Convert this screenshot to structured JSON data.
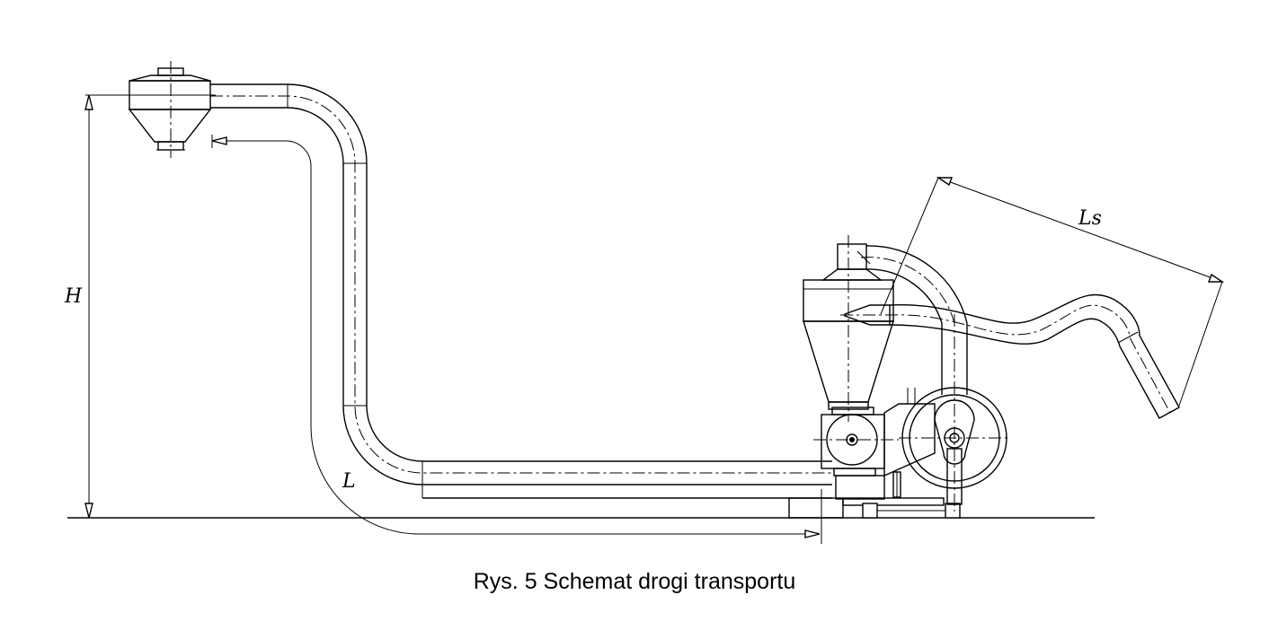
{
  "labels": {
    "height": "H",
    "length": "L",
    "discharge_length": "Ls"
  },
  "caption": "Rys. 5 Schemat drogi transportu",
  "colors": {
    "line": "#000000",
    "background": "#ffffff"
  }
}
